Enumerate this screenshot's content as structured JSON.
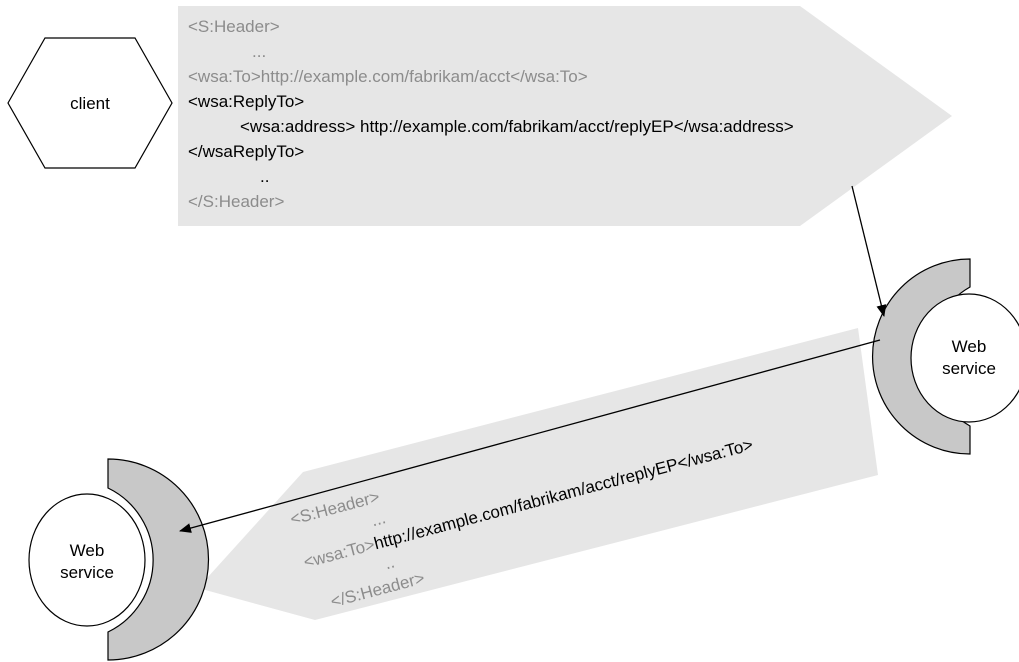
{
  "nodes": {
    "client": {
      "label": "client"
    },
    "service_right": {
      "label_line1": "Web",
      "label_line2": "service"
    },
    "service_left": {
      "label_line1": "Web",
      "label_line2": "service"
    }
  },
  "request_message": {
    "line1": "<S:Header>",
    "line2": "...",
    "line3": "<wsa:To>http://example.com/fabrikam/acct</wsa:To>",
    "line4": "<wsa:ReplyTo>",
    "line5": "<wsa:address> http://example.com/fabrikam/acct/replyEP</wsa:address>",
    "line6": "</wsaReplyTo>",
    "line7": "..",
    "line8": "</S:Header>"
  },
  "reply_message": {
    "line1": "<S:Header>",
    "line2": "...",
    "line3_tag": "<wsa:To>",
    "line3_value": "http://example.com/fabrikam/acct/replyEP</wsa:To>",
    "line4": "..",
    "line5": "</S:Header>"
  },
  "colors": {
    "message_fill": "#e6e6e6",
    "port_fill": "#c8c8c8",
    "muted_text": "#8c8c8c"
  }
}
